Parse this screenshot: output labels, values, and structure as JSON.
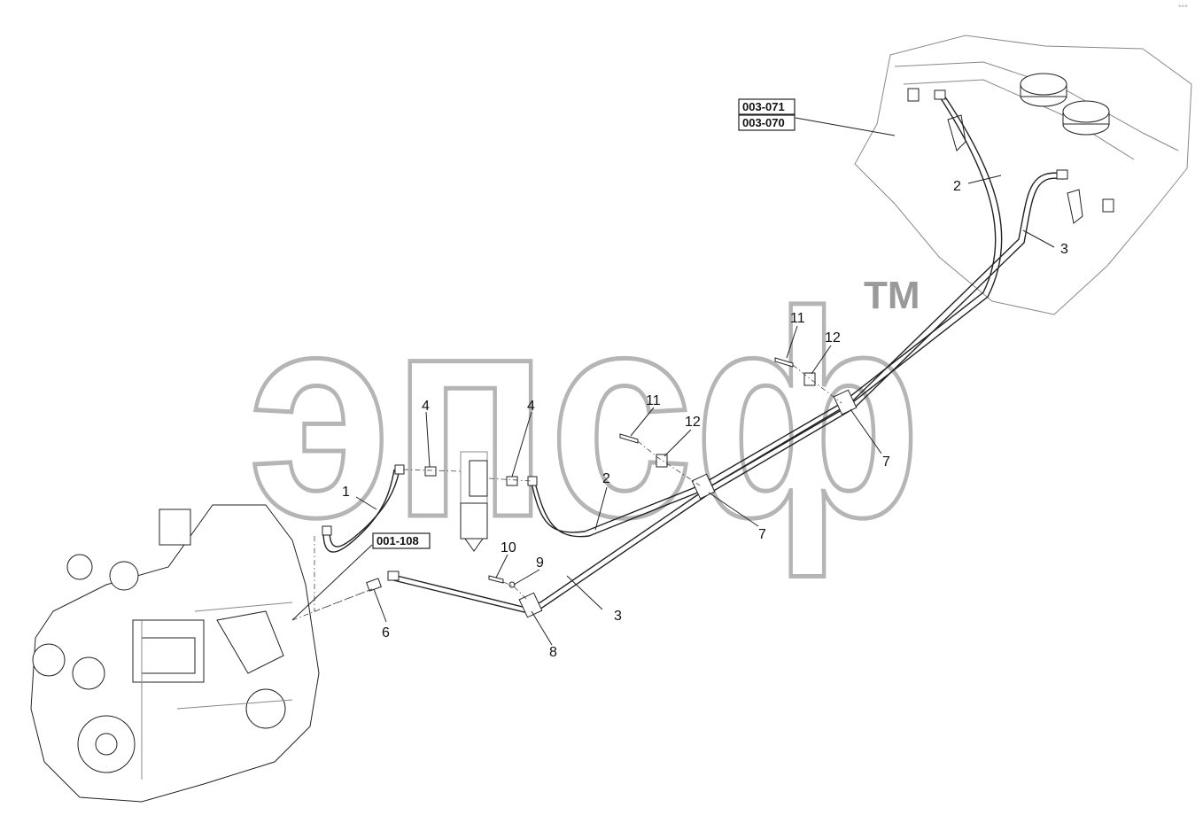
{
  "watermark": {
    "text": "эпсф",
    "tm": "TM"
  },
  "references": [
    {
      "id": "ref-003-071",
      "label": "003-071"
    },
    {
      "id": "ref-003-070",
      "label": "003-070"
    },
    {
      "id": "ref-001-108",
      "label": "001-108"
    }
  ],
  "callouts": {
    "c1": "1",
    "c2a": "2",
    "c2b": "2",
    "c3a": "3",
    "c3b": "3",
    "c4a": "4",
    "c4b": "4",
    "c6": "6",
    "c7a": "7",
    "c7b": "7",
    "c8": "8",
    "c9": "9",
    "c10": "10",
    "c11a": "11",
    "c11b": "11",
    "c12a": "12",
    "c12b": "12"
  },
  "corner_mark": "°°°"
}
